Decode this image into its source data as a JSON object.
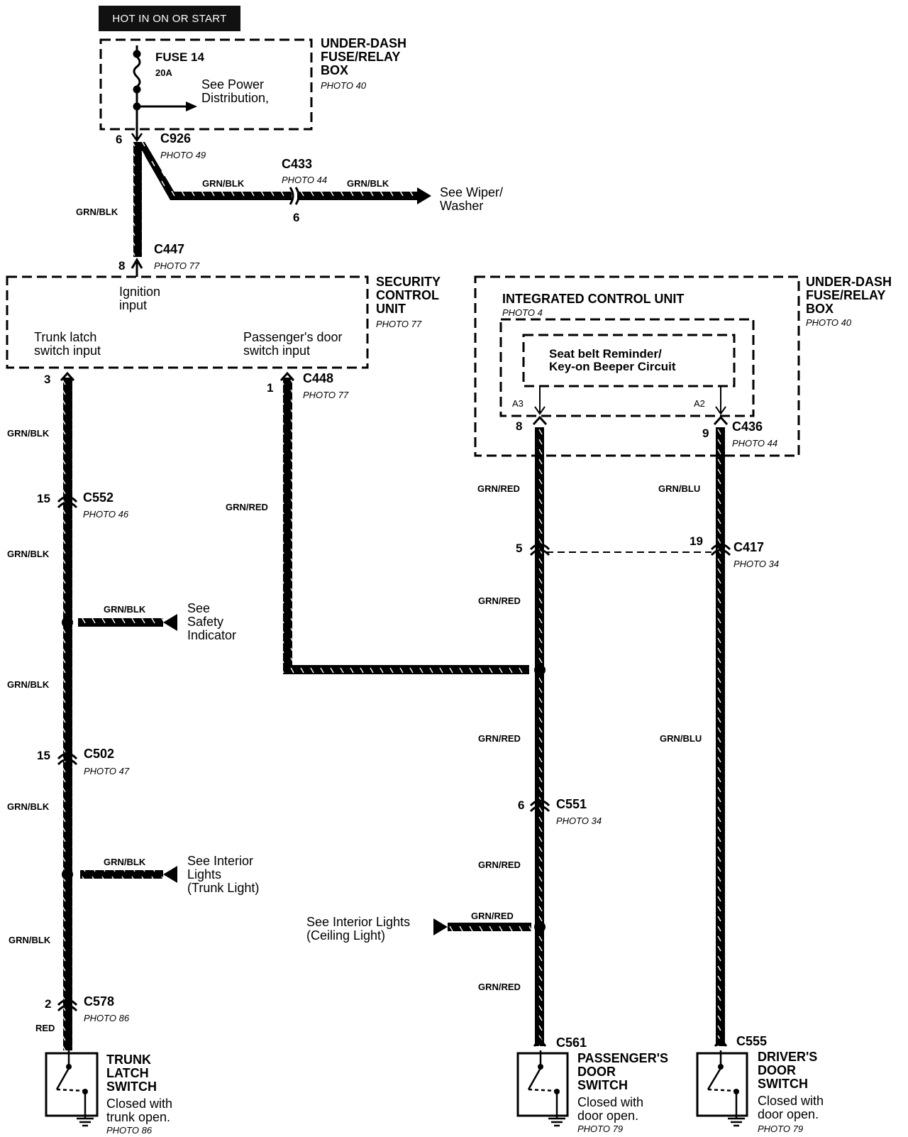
{
  "header": "HOT IN ON OR START",
  "fuse_box_top": {
    "name": "UNDER-DASH\nFUSE/RELAY\nBOX",
    "photo": "PHOTO 40"
  },
  "fuse": {
    "name": "FUSE 14",
    "rating": "20A",
    "note": "See Power\nDistribution,"
  },
  "connectors": {
    "c926": {
      "name": "C926",
      "photo": "PHOTO 49",
      "pin": "6"
    },
    "c433": {
      "name": "C433",
      "photo": "PHOTO 44",
      "pin": "6"
    },
    "c447": {
      "name": "C447",
      "photo": "PHOTO 77",
      "pin": "8"
    },
    "c448": {
      "name": "C448",
      "photo": "PHOTO 77",
      "pin_a": "3",
      "pin_b": "1"
    },
    "c552": {
      "name": "C552",
      "photo": "PHOTO 46",
      "pin": "15"
    },
    "c502": {
      "name": "C502",
      "photo": "PHOTO 47",
      "pin": "15"
    },
    "c578": {
      "name": "C578",
      "photo": "PHOTO 86",
      "pin": "2"
    },
    "c436": {
      "name": "C436",
      "photo": "PHOTO 44",
      "pin_a": "8",
      "pin_b": "9"
    },
    "c417": {
      "name": "C417",
      "photo": "PHOTO 34",
      "pin_a": "5",
      "pin_b": "19"
    },
    "c551": {
      "name": "C551",
      "photo": "PHOTO 34",
      "pin": "6"
    },
    "c561": {
      "name": "C561"
    },
    "c555": {
      "name": "C555"
    }
  },
  "wiper_ref": "See Wiper/\nWasher",
  "security_unit": {
    "name": "SECURITY\nCONTROL\nUNIT",
    "photo": "PHOTO 77",
    "ignition": "Ignition\ninput",
    "trunk_input": "Trunk latch\nswitch input",
    "door_input": "Passenger's door\nswitch input"
  },
  "fuse_box_right": {
    "name": "UNDER-DASH\nFUSE/RELAY\nBOX",
    "photo": "PHOTO 40"
  },
  "icu": {
    "name": "INTEGRATED CONTROL UNIT",
    "photo": "PHOTO 4",
    "circuit": "Seat belt Reminder/\nKey-on Beeper Circuit",
    "pin_a3": "A3",
    "pin_a2": "A2"
  },
  "wire_colors": {
    "grn_blk": "GRN/BLK",
    "grn_red": "GRN/RED",
    "grn_blu": "GRN/BLU",
    "red": "RED"
  },
  "refs": {
    "safety": "See\nSafety\nIndicator",
    "trunk_light": "See Interior\nLights\n(Trunk Light)",
    "ceiling_light": "See Interior Lights\n(Ceiling Light)"
  },
  "switches": {
    "trunk": {
      "name": "TRUNK\nLATCH\nSWITCH",
      "desc": "Closed with\ntrunk open.",
      "photo": "PHOTO 86"
    },
    "passenger": {
      "name": "PASSENGER'S\nDOOR\nSWITCH",
      "desc": "Closed with\ndoor open.",
      "photo": "PHOTO 79"
    },
    "driver": {
      "name": "DRIVER'S\nDOOR\nSWITCH",
      "desc": "Closed with\ndoor open.",
      "photo": "PHOTO 79"
    }
  }
}
